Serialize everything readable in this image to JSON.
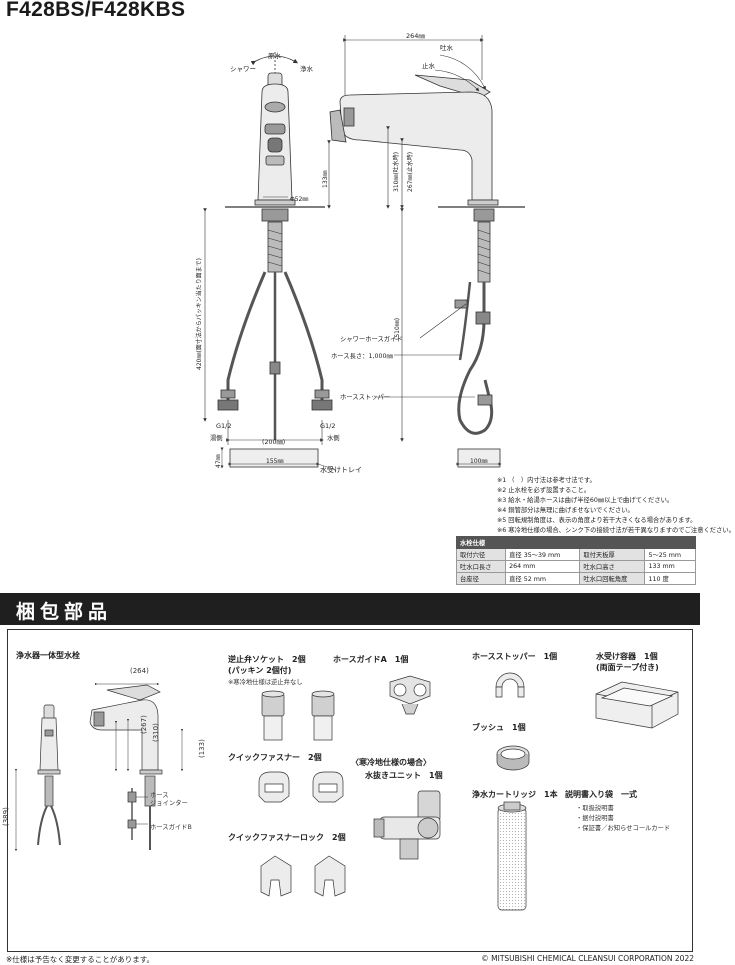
{
  "title": "F428BS/F428KBS",
  "drawing": {
    "lever_front": {
      "left": "シャワー",
      "center": "原水",
      "right": "浄水"
    },
    "dim_264": "264㎜",
    "spout_label": "吐水",
    "stop_label": "止水",
    "dim_133": "133㎜",
    "dim_310": "310㎜(吐水時)",
    "dim_267": "267㎜(止水時)",
    "phi52": "Φ52㎜",
    "dim_420": "420㎜(面寸法からパッキン当たり面まで)",
    "dim_510": "(510㎜)",
    "g12_left": "G1/2",
    "g12_right": "G1/2",
    "hot_side": "湯側",
    "water_side": "水側",
    "dim_200": "(200㎜)",
    "dim_155": "155㎜",
    "dim_47": "47㎜",
    "dim_100": "100㎜",
    "tray_label": "水受けトレイ",
    "shower_hose_guide": "シャワーホースガイド",
    "hose_length": "ホース長さ：1,000㎜",
    "hose_stopper": "ホースストッパー"
  },
  "notes": [
    "※1 （　）内寸法は参考寸法です。",
    "※2 止水栓を必ず設置すること。",
    "※3 給水・給湯ホースは曲げ半径60㎜以上で曲げてください。",
    "※4 銅管部分は無理に曲げませないでください。",
    "※5 回転規制角度は、表示の角度より若干大きくなる場合があります。",
    "※6 寒冷地仕様の場合、シンク下の接続寸法が若干異なりますのでご注意ください。"
  ],
  "spec": {
    "header": "水栓仕様",
    "rows": [
      [
        "取付穴径",
        "直径 35～39 mm",
        "取付天板厚",
        "5～25 mm"
      ],
      [
        "吐水口長さ",
        "264 mm",
        "吐水口高さ",
        "133 mm"
      ],
      [
        "台座径",
        "直径 52 mm",
        "吐水口回転角度",
        "110 度"
      ]
    ]
  },
  "section_title": "梱包部品",
  "parts": {
    "faucet": "浄水器一体型水栓",
    "faucet_dims": {
      "d264": "(264)",
      "d267": "(267)",
      "d310": "(310)",
      "d133": "(133)",
      "d389": "(389)"
    },
    "hose_joint": "ホース\nジョインター",
    "hose_guide_b": "ホースガイドB",
    "check_valve": "逆止弁ソケット　2個",
    "check_valve_sub": "(パッキン 2個付)",
    "check_valve_note": "※寒冷地仕様は逆止弁なし",
    "hose_guide_a": "ホースガイドA　1個",
    "quick_fastener": "クイックファスナー　2個",
    "cold_region_title": "〈寒冷地仕様の場合〉",
    "drain_unit": "水抜きユニット　1個",
    "quick_lock": "クイックファスナーロック　2個",
    "hose_stopper": "ホースストッパー　1個",
    "tray": "水受け容器　1個",
    "tray_sub": "(両面テープ付き)",
    "bush": "ブッシュ　1個",
    "cartridge": "浄水カートリッジ　1本",
    "manual_bag": "説明書入り袋　一式",
    "manual_items": [
      "・取扱説明書",
      "・据付説明書",
      "・保証書／お知らせコールカード"
    ]
  },
  "footer": {
    "left": "※仕様は予告なく変更することがあります。",
    "right": "© MITSUBISHI CHEMICAL CLEANSUI CORPORATION 2022"
  }
}
